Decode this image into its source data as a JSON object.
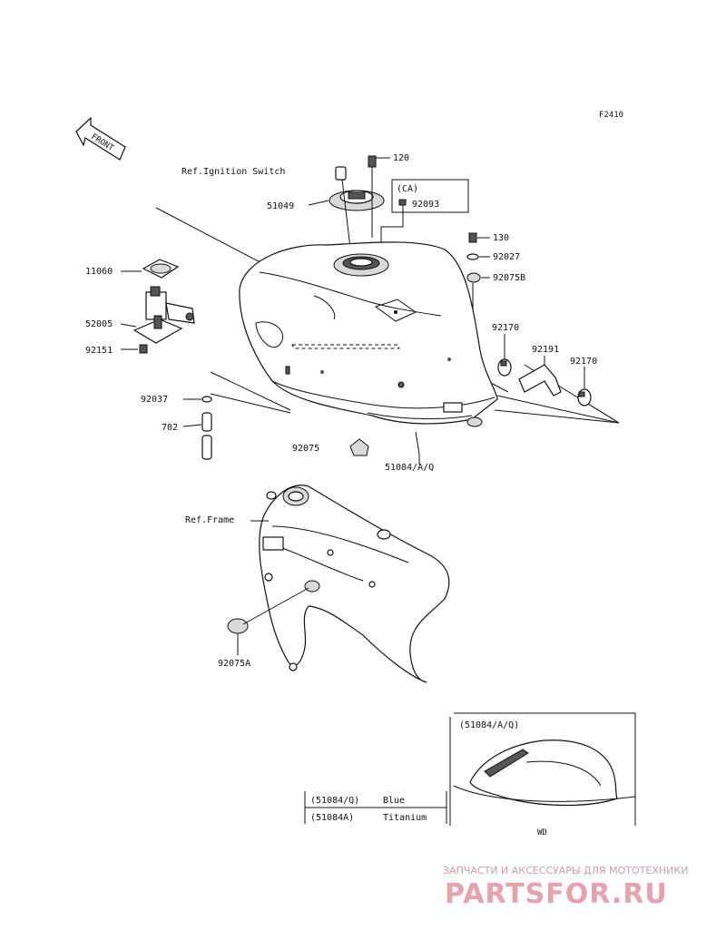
{
  "diagram": {
    "figure_code": "F2410",
    "front_arrow_label": "FRONT",
    "ref_ignition_switch": "Ref.Ignition Switch",
    "ref_frame": "Ref.Frame",
    "ca_label": "(CA)",
    "parts": {
      "p120": "120",
      "p51049": "51049",
      "p92093": "92093",
      "p130": "130",
      "p92027": "92027",
      "p92075b": "92075B",
      "p11060": "11060",
      "p52005": "52005",
      "p92151": "92151",
      "p92170a": "92170",
      "p92191": "92191",
      "p92170b": "92170",
      "p92037": "92037",
      "p702": "702",
      "p92075": "92075",
      "p51084aq": "51084/A/Q",
      "p92075a": "92075A"
    },
    "inset": {
      "title": "(51084/A/Q)",
      "code": "WD"
    },
    "color_table": [
      {
        "part": "(51084/Q)",
        "color": "Blue"
      },
      {
        "part": "(51084A)",
        "color": "Titanium"
      }
    ]
  },
  "watermark": {
    "tagline": "ЗАПЧАСТИ И АКСЕССУАРЫ ДЛЯ МОТОТЕХНИКИ",
    "brand": "PARTSFOR.RU"
  },
  "colors": {
    "ink": "#111111",
    "watermark": "#e8a2ab"
  }
}
